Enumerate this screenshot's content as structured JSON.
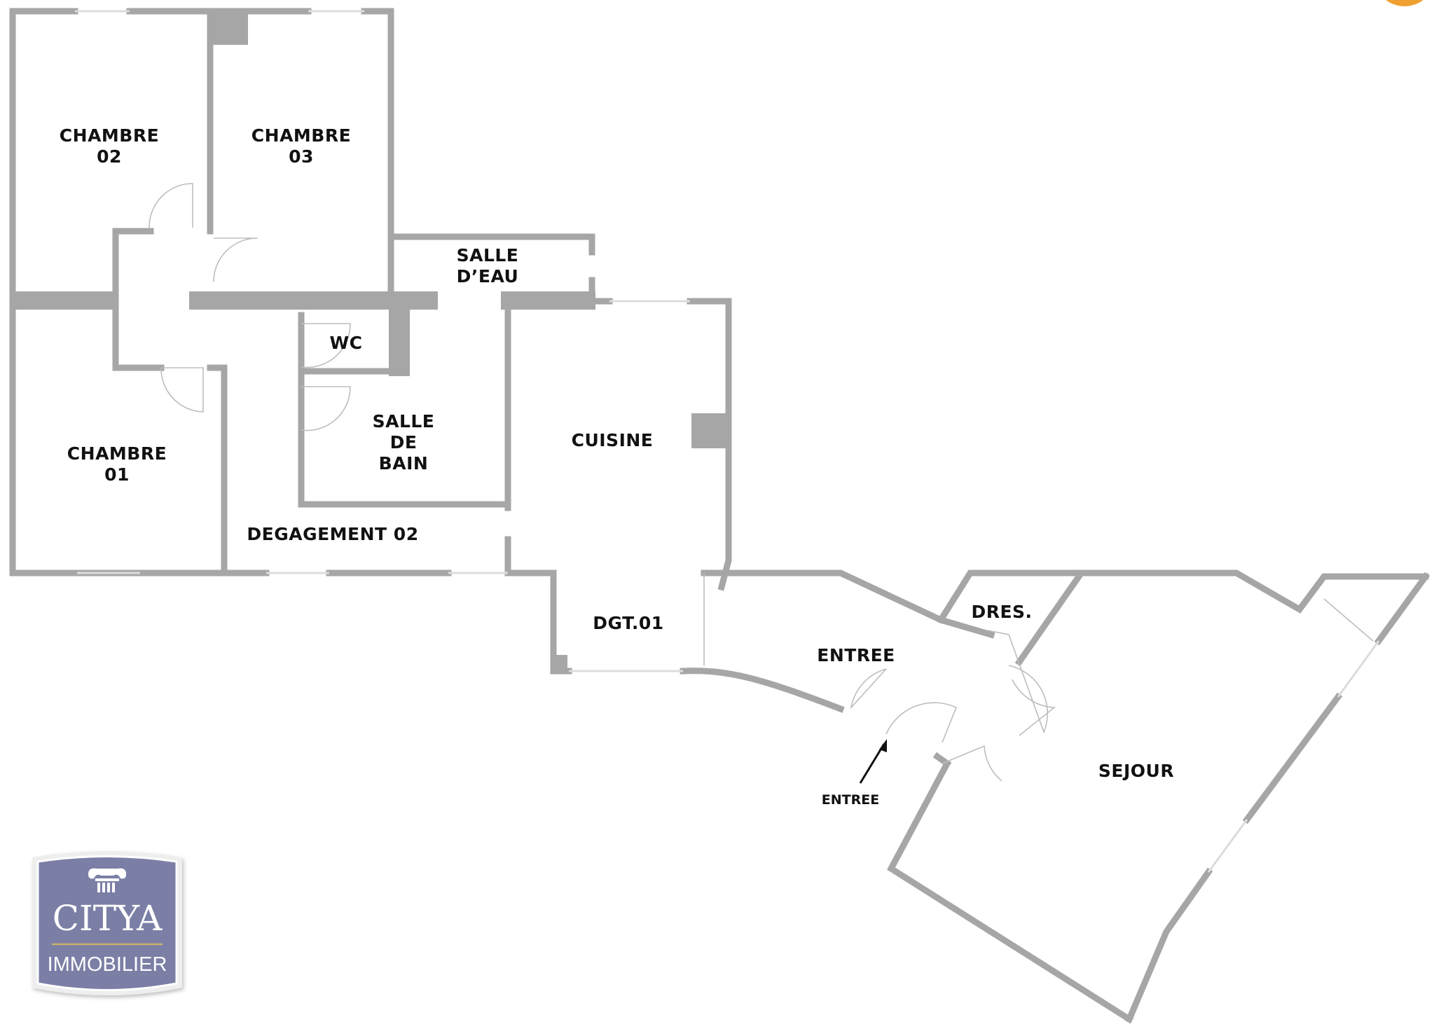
{
  "rooms": {
    "chambre02": [
      "CHAMBRE",
      "02"
    ],
    "chambre03": [
      "CHAMBRE",
      "03"
    ],
    "chambre01": [
      "CHAMBRE",
      "01"
    ],
    "salle_eau": [
      "SALLE",
      "D’EAU"
    ],
    "wc": "WC",
    "salle_de_bain": [
      "SALLE",
      "DE",
      "BAIN"
    ],
    "cuisine": "CUISINE",
    "degagement02": "DEGAGEMENT 02",
    "dgt01": "DGT.01",
    "dres": "DRES.",
    "entree": "ENTREE",
    "sejour": "SEJOUR"
  },
  "entrance_arrow_label": "ENTREE",
  "logo": {
    "brand": "CITYA",
    "subtitle": "IMMOBILIER"
  },
  "colors": {
    "wall": "#a6a6a6",
    "logo_bg": "#7b7fa6",
    "logo_line": "#c9b46a",
    "corner_badge": "#f0a030"
  }
}
